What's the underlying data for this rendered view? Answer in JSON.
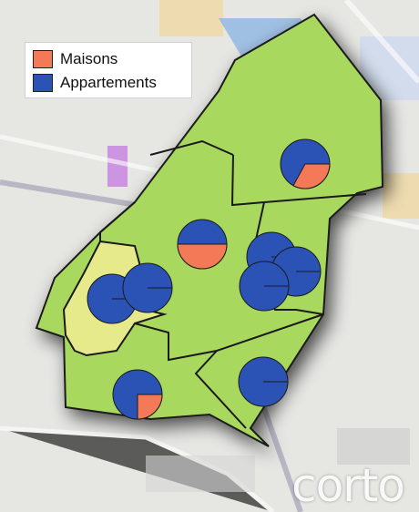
{
  "legend": {
    "items": [
      {
        "label": "Maisons",
        "color": "#f47a57"
      },
      {
        "label": "Appartements",
        "color": "#2a53b5"
      }
    ]
  },
  "colors": {
    "background": "#e9e9e6",
    "district_fill": "#a9d85e",
    "district_fill_highlight": "#e7ea8b",
    "boundary": "#1a1a1a",
    "pie_border": "#1a1a1a"
  },
  "pies": [
    {
      "id": "nord-est",
      "maisons": 0.33
    },
    {
      "id": "centre",
      "maisons": 0.5
    },
    {
      "id": "est-1",
      "maisons": 0.0
    },
    {
      "id": "est-2",
      "maisons": 0.0
    },
    {
      "id": "est-3",
      "maisons": 0.0
    },
    {
      "id": "ouest-1",
      "maisons": 0.0
    },
    {
      "id": "ouest-2",
      "maisons": 0.0
    },
    {
      "id": "sud-ouest",
      "maisons": 0.25
    },
    {
      "id": "sud-est",
      "maisons": 0.0
    }
  ],
  "watermark": "corto"
}
